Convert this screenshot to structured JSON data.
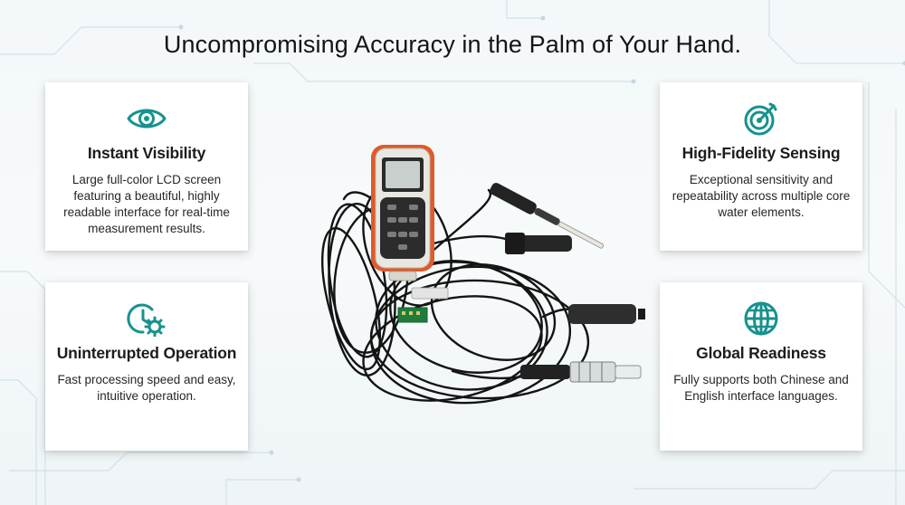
{
  "title": "Uncompromising Accuracy in the Palm of Your Hand.",
  "accent_color": "#17928e",
  "cards": [
    {
      "icon": "eye-icon",
      "heading": "Instant Visibility",
      "text": "Large full-color LCD screen featuring a beautiful, highly readable interface for real-time measurement results."
    },
    {
      "icon": "clock-gear-icon",
      "heading": "Uninterrupted Operation",
      "text": "Fast processing speed and easy, intuitive operation."
    },
    {
      "icon": "target-icon",
      "heading": "High-Fidelity Sensing",
      "text": "Exceptional sensitivity and repeatability across multiple core water elements."
    },
    {
      "icon": "globe-icon",
      "heading": "Global Readiness",
      "text": "Fully supports both Chinese and English interface languages."
    }
  ]
}
